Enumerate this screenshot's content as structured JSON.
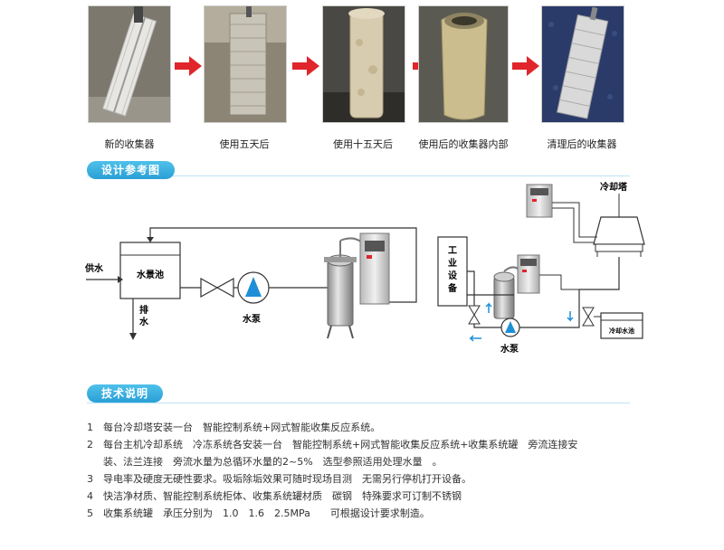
{
  "photos": {
    "captions": [
      "新的收集器",
      "使用五天后",
      "使用十五天后",
      "使用后的收集器内部",
      "清理后的收集器"
    ]
  },
  "sections": {
    "design": "设计参考图",
    "tech": "技术说明"
  },
  "diagram_left": {
    "supply": "供水",
    "pool": "水景池",
    "drain": "排水",
    "pump": "水泵"
  },
  "diagram_right": {
    "tower": "冷却塔",
    "equipment": "工业设备",
    "pool": "冷却水池",
    "pump": "水泵"
  },
  "notes": [
    {
      "num": "1",
      "text": "每台冷却塔安装一台　智能控制系统+网式智能收集反应系统。"
    },
    {
      "num": "2",
      "text": "每台主机冷却系统　冷冻系统各安装一台　智能控制系统+网式智能收集反应系统+收集系统罐　旁流连接安",
      "cont": "装、法兰连接　旁流水量为总循环水量的2~5%　选型参照适用处理水量　。"
    },
    {
      "num": "3",
      "text": "导电率及硬度无硬性要求。吸垢除垢效果可随时现场目测　无需另行停机打开设备。"
    },
    {
      "num": "4",
      "text": "快洁净材质、智能控制系统柜体、收集系统罐材质　碳钢　特殊要求可订制不锈钢"
    },
    {
      "num": "5",
      "text": "收集系统罐　承压分别为　1.0　1.6　2.5MPa　　可根据设计要求制造。"
    }
  ],
  "colors": {
    "accent": "#2a9fd6",
    "arrow": "#e0252b",
    "pump": "#1e8fd6"
  }
}
